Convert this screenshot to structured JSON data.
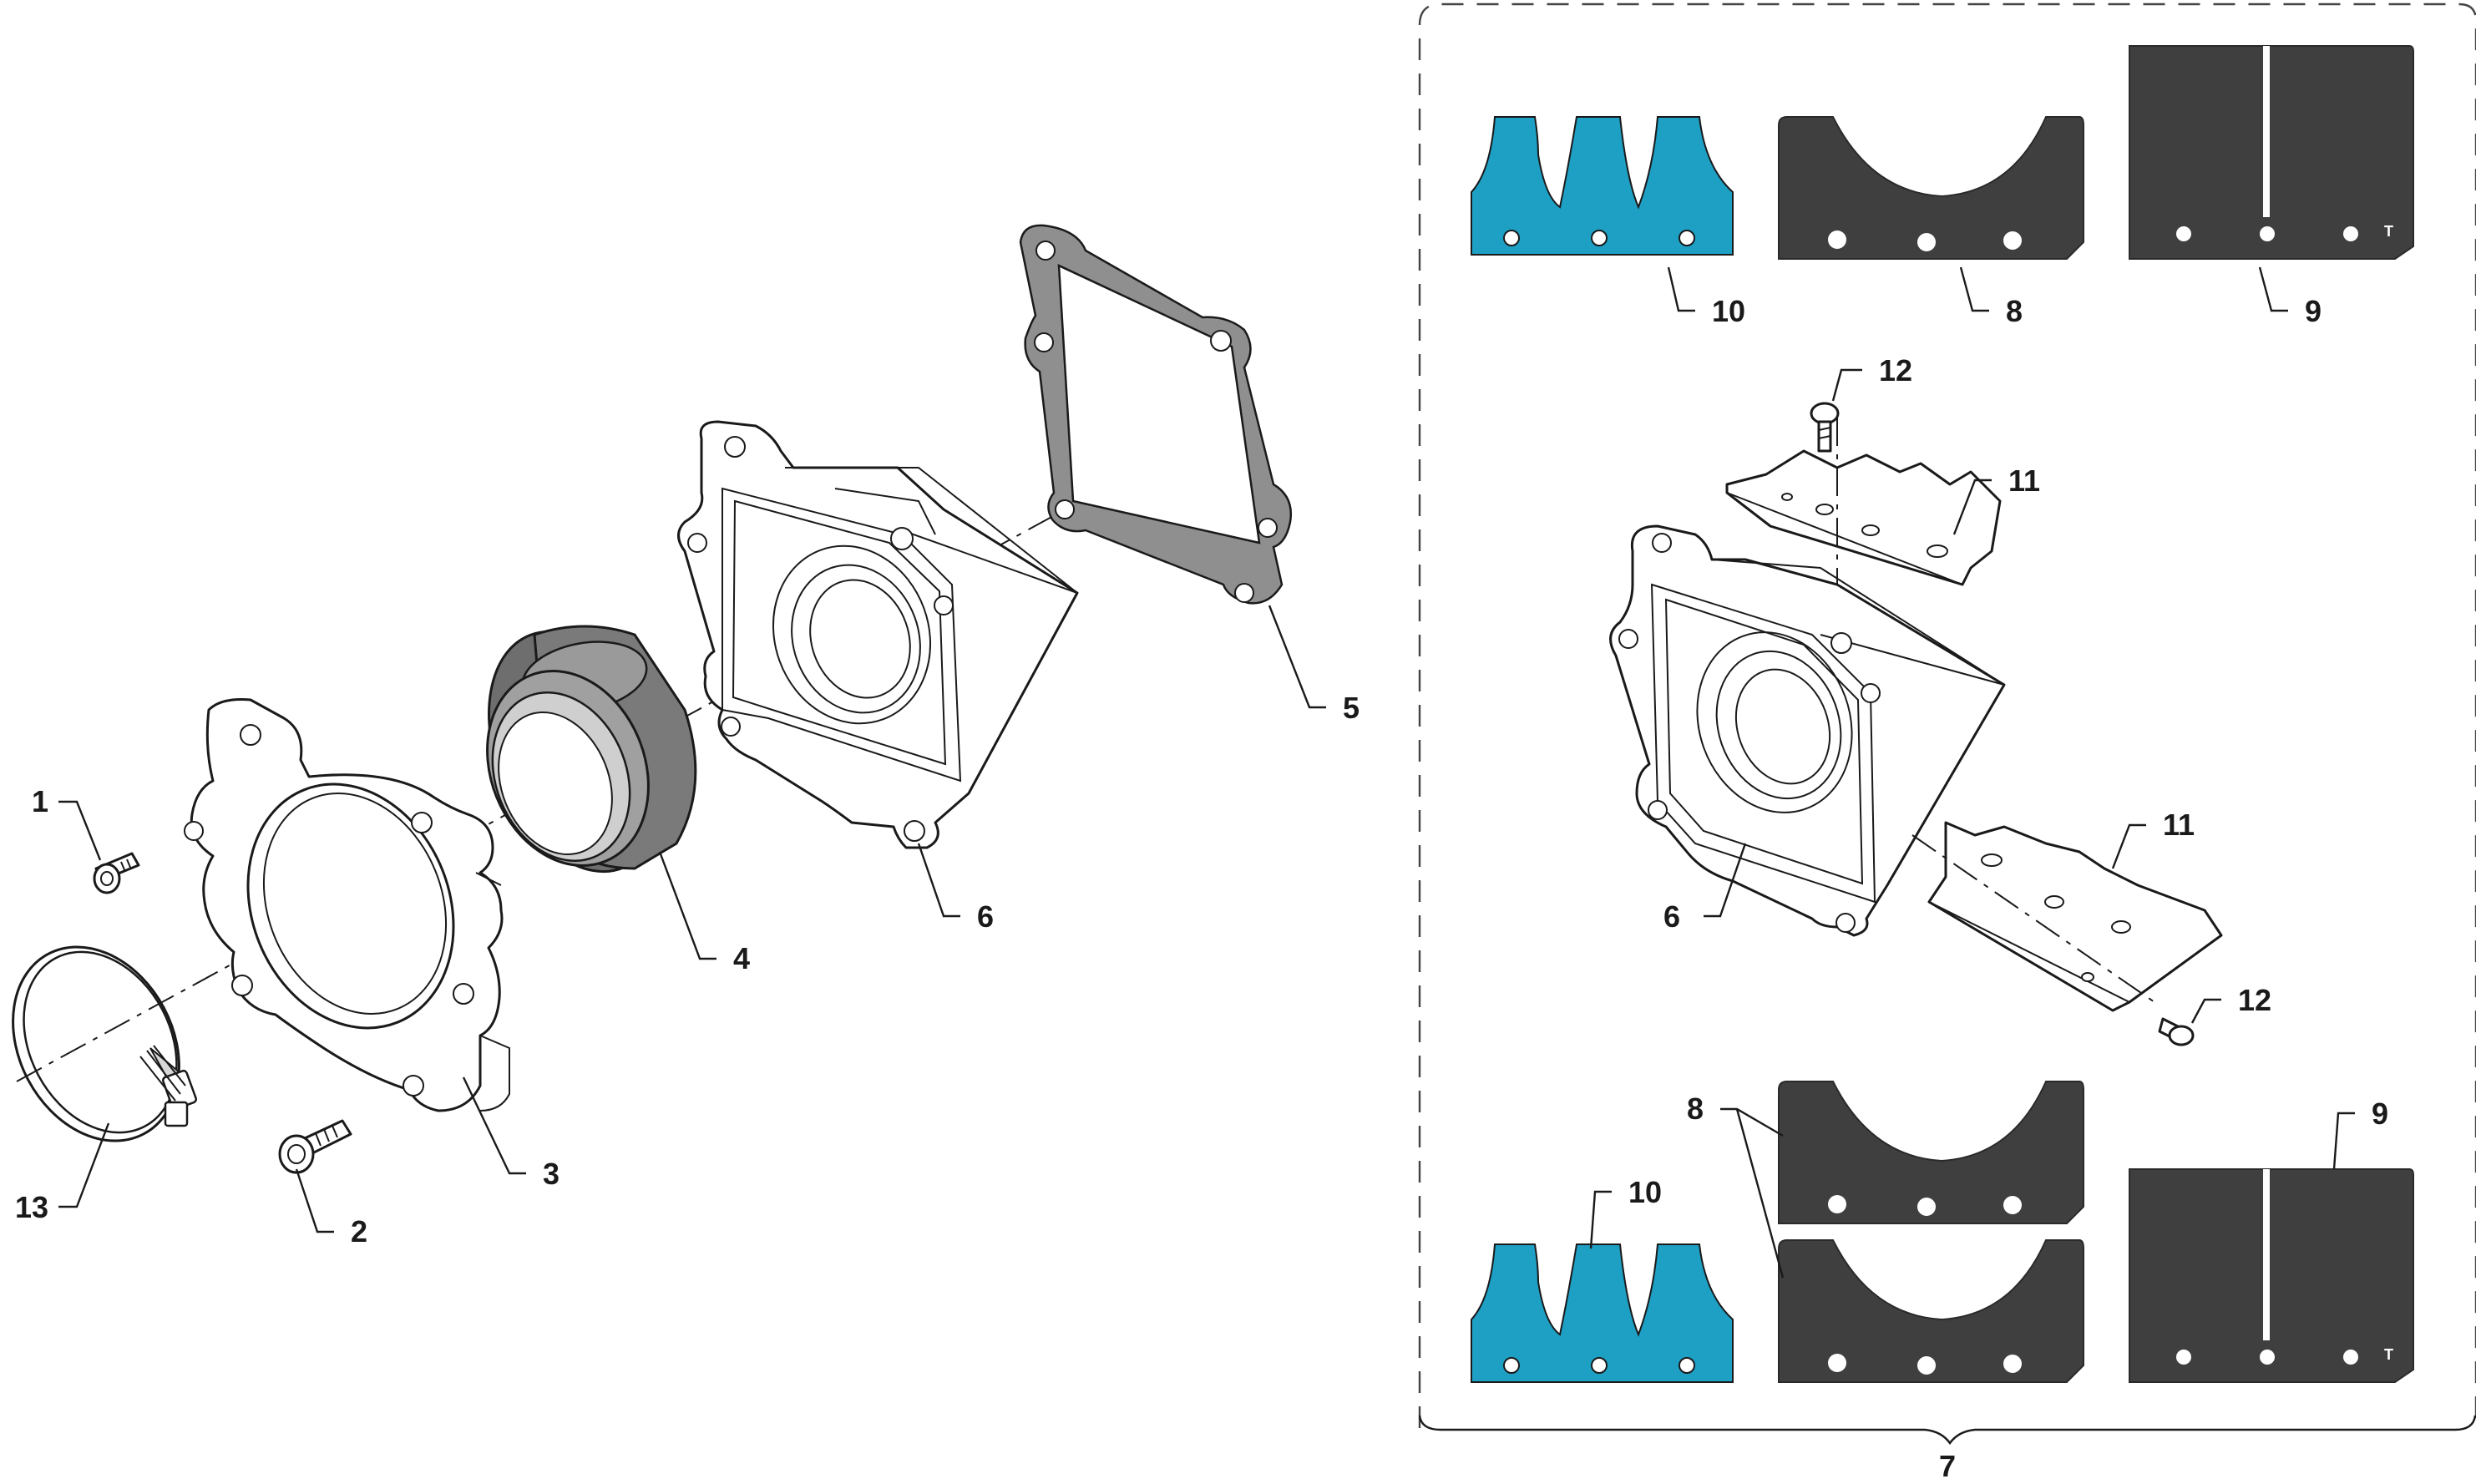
{
  "diagram": {
    "callouts": [
      {
        "id": "c1",
        "label": "1"
      },
      {
        "id": "c2",
        "label": "2"
      },
      {
        "id": "c3",
        "label": "3"
      },
      {
        "id": "c4",
        "label": "4"
      },
      {
        "id": "c5",
        "label": "5"
      },
      {
        "id": "c6a",
        "label": "6"
      },
      {
        "id": "c7",
        "label": "7"
      },
      {
        "id": "c8a",
        "label": "8"
      },
      {
        "id": "c9a",
        "label": "9"
      },
      {
        "id": "c10a",
        "label": "10"
      },
      {
        "id": "c11a",
        "label": "11"
      },
      {
        "id": "c12a",
        "label": "12"
      },
      {
        "id": "c13",
        "label": "13"
      },
      {
        "id": "c6b",
        "label": "6"
      },
      {
        "id": "c11b",
        "label": "11"
      },
      {
        "id": "c12b",
        "label": "12"
      },
      {
        "id": "c8b",
        "label": "8"
      },
      {
        "id": "c9b",
        "label": "9"
      },
      {
        "id": "c10b",
        "label": "10"
      }
    ],
    "reed_mark": "T",
    "colors": {
      "line": "#1a1a1a",
      "reed_petal_dark": "#3f3f3f",
      "reed_stopper_blue": "#1e9fc4",
      "gasket_grey": "#8f8f8f",
      "group_border": "#444444"
    }
  }
}
